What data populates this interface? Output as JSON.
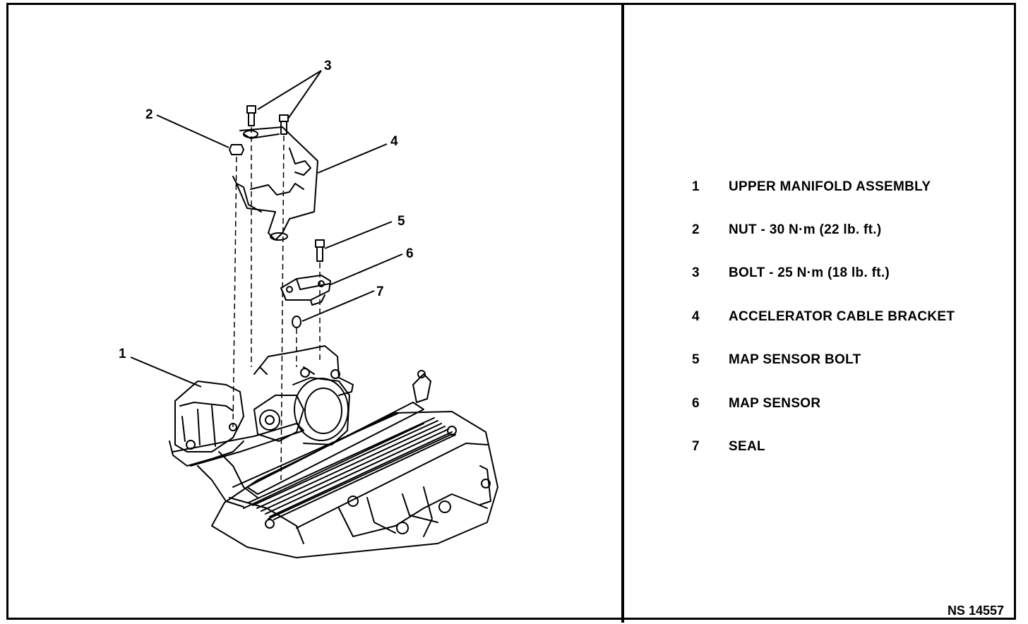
{
  "callouts": [
    "1",
    "2",
    "3",
    "4",
    "5",
    "6",
    "7"
  ],
  "legend": [
    {
      "number": "1",
      "text": "UPPER MANIFOLD ASSEMBLY"
    },
    {
      "number": "2",
      "text": "NUT - 30 N·m (22 lb. ft.)"
    },
    {
      "number": "3",
      "text": "BOLT - 25 N·m (18 lb. ft.)"
    },
    {
      "number": "4",
      "text": "ACCELERATOR CABLE BRACKET"
    },
    {
      "number": "5",
      "text": "MAP SENSOR BOLT"
    },
    {
      "number": "6",
      "text": "MAP SENSOR"
    },
    {
      "number": "7",
      "text": "SEAL"
    }
  ],
  "figure_id": "NS 14557"
}
